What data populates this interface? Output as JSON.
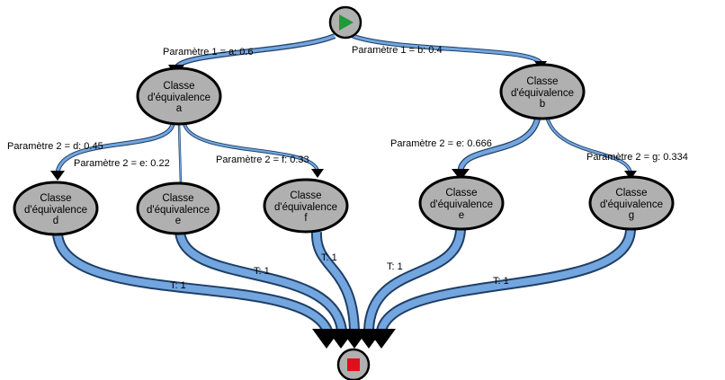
{
  "start_node": {
    "icon": "play-icon",
    "color": "#1e9a3a"
  },
  "end_node": {
    "icon": "stop-icon",
    "color": "#e0101b"
  },
  "nodes": [
    {
      "id": "a",
      "line1": "Classe",
      "line2": "d'équivalence",
      "line3": "a"
    },
    {
      "id": "b",
      "line1": "Classe",
      "line2": "d'équivalence",
      "line3": "b"
    },
    {
      "id": "d",
      "line1": "Classe",
      "line2": "d'équivalence",
      "line3": "d"
    },
    {
      "id": "e1",
      "line1": "Classe",
      "line2": "d'équivalence",
      "line3": "e"
    },
    {
      "id": "f",
      "line1": "Classe",
      "line2": "d'équivalence",
      "line3": "f"
    },
    {
      "id": "e2",
      "line1": "Classe",
      "line2": "d'équivalence",
      "line3": "e"
    },
    {
      "id": "g",
      "line1": "Classe",
      "line2": "d'équivalence",
      "line3": "g"
    }
  ],
  "edges": [
    {
      "id": "start-a",
      "label": "Paramètre 1 = a: 0.6"
    },
    {
      "id": "start-b",
      "label": "Paramètre 1 = b: 0.4"
    },
    {
      "id": "a-d",
      "label": "Paramètre 2 = d: 0.45"
    },
    {
      "id": "a-e1",
      "label": "Paramètre 2 = e: 0.22"
    },
    {
      "id": "a-f",
      "label": "Paramètre 2 = f: 0.33"
    },
    {
      "id": "b-e2",
      "label": "Paramètre 2 = e: 0.666"
    },
    {
      "id": "b-g",
      "label": "Paramètre 2 = g: 0.334"
    },
    {
      "id": "d-end",
      "label": "T: 1"
    },
    {
      "id": "e1-end",
      "label": "T: 1"
    },
    {
      "id": "f-end",
      "label": "T: 1"
    },
    {
      "id": "e2-end",
      "label": "T: 1"
    },
    {
      "id": "g-end",
      "label": "T: 1"
    }
  ]
}
